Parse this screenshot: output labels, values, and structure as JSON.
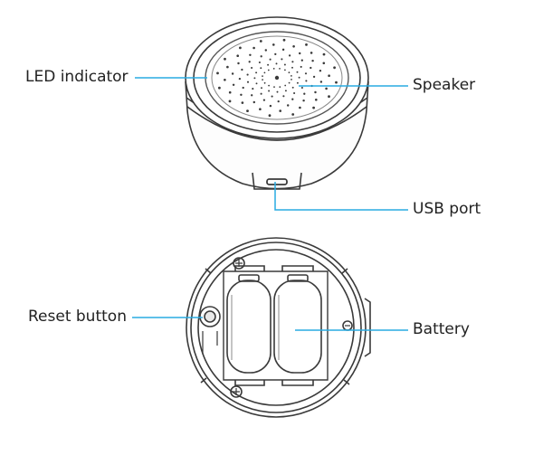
{
  "labels": {
    "led_indicator": "LED indicator",
    "speaker": "Speaker",
    "usb_port": "USB port",
    "reset_button": "Reset button",
    "battery": "Battery"
  },
  "colors": {
    "callout_line": "#29abe2",
    "outline": "#3a3a3a",
    "label_text": "#222222",
    "background": "#ffffff"
  }
}
